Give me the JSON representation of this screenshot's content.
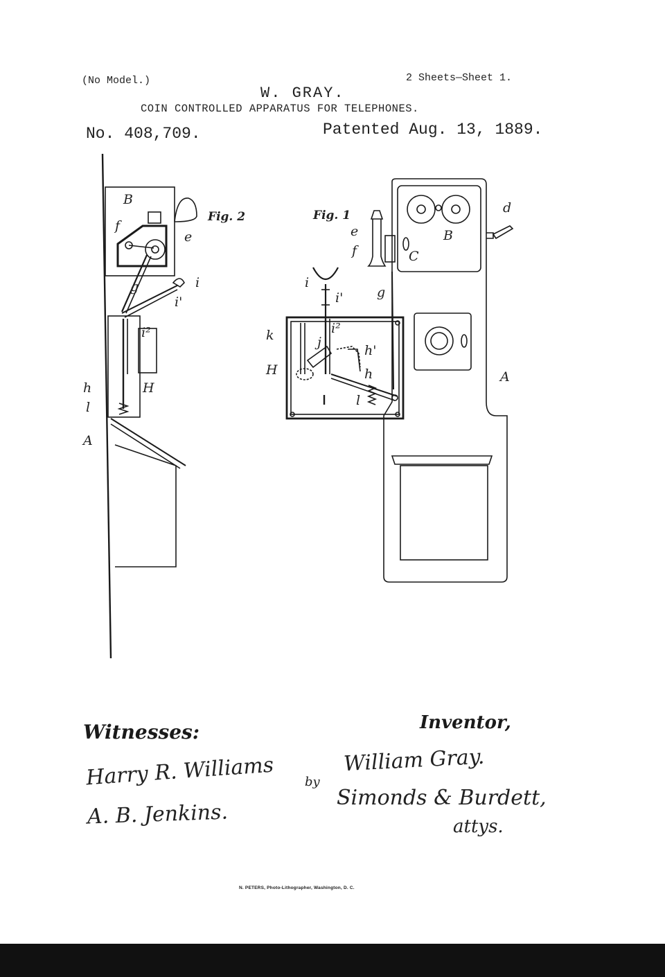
{
  "header": {
    "no_model": "(No Model.)",
    "sheets": "2 Sheets—Sheet 1.",
    "inventor_name": "W. GRAY.",
    "title": "COIN CONTROLLED APPARATUS FOR TELEPHONES.",
    "patent_number": "No. 408,709.",
    "patented_date": "Patented Aug. 13, 1889."
  },
  "figures": {
    "fig2_label": "Fig. 2",
    "fig1_label": "Fig. 1",
    "fig2_refs": {
      "B": "B",
      "f": "f",
      "e": "e",
      "g": "g",
      "i": "i",
      "i1": "i'",
      "i2": "i²",
      "h": "h",
      "H": "H",
      "l": "l",
      "A": "A"
    },
    "fig1_refs": {
      "e": "e",
      "f": "f",
      "c": "C",
      "B": "B",
      "d": "d",
      "i": "i",
      "i1": "i'",
      "g": "g",
      "k": "k",
      "i2": "i²",
      "j": "j",
      "h1": "h'",
      "H": "H",
      "h": "h",
      "l": "l",
      "A": "A"
    }
  },
  "signatures": {
    "witnesses_label": "Witnesses:",
    "witness_1": "Harry R. Williams",
    "witness_2": "A. B. Jenkins.",
    "inventor_label": "Inventor,",
    "inventor_signature": "William Gray.",
    "by": "by",
    "attorneys_signature": "Simonds & Burdett,",
    "attorneys_label": "attys."
  },
  "footer": {
    "lithographer": "N. PETERS, Photo-Lithographer, Washington, D. C."
  }
}
